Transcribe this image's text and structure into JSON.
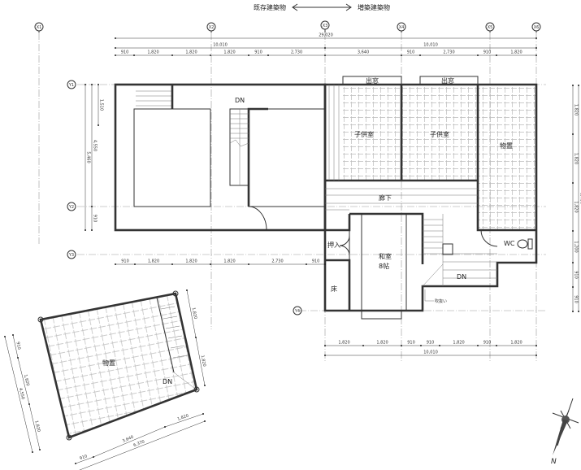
{
  "header": {
    "existing": "既存建築物",
    "addition": "増築建築物"
  },
  "grid": {
    "x": [
      "X1",
      "X2",
      "X3",
      "X4",
      "X5",
      "X6"
    ],
    "y": [
      "Y1",
      "Y2",
      "Y3",
      "Y4"
    ]
  },
  "rooms": {
    "bay_window_1": "出窓",
    "bay_window_2": "出窓",
    "kids_room_1": "子供室",
    "kids_room_2": "子供室",
    "storage": "物置",
    "hallway": "廊下",
    "closet": "押入",
    "japanese_room": "和室",
    "japanese_room_size": "8帖",
    "alcove": "床",
    "wc": "WC",
    "down_right": "DN",
    "down_left": "DN",
    "void_note": "吹抜い",
    "shed_storage": "物置",
    "shed_down": "DN"
  },
  "dimensions": {
    "total": [
      "29,020"
    ],
    "halves": [
      "10,010",
      "10,010"
    ],
    "top_detail": [
      "910",
      "1,820",
      "1,820",
      "1,820",
      "910",
      "2,730",
      "3,640",
      "910",
      "2,730",
      "910",
      "1,820"
    ],
    "left_total": [
      "5,460"
    ],
    "left_detail": [
      "4,550",
      "910"
    ],
    "left_upper": [
      "1,510"
    ],
    "right_detail": [
      "1,820",
      "1,820",
      "1,820",
      "1,200",
      "910",
      "910"
    ],
    "right_total": [
      "8,480"
    ],
    "y3_row": [
      "910",
      "1,820",
      "1,820",
      "1,820",
      "2,730",
      "910"
    ],
    "bottom_detail": [
      "1,820",
      "1,820",
      "910",
      "910",
      "1,820",
      "910",
      "1,820"
    ],
    "bottom_total": [
      "10,010"
    ],
    "shed_right": [
      "1,820",
      "1,820"
    ],
    "shed_left_detail": [
      "910",
      "1,820",
      "1,820"
    ],
    "shed_left_total": [
      "4,550"
    ],
    "shed_bottom_detail": [
      "910",
      "3,640",
      "1,820"
    ],
    "shed_bottom_total": [
      "6,370"
    ]
  },
  "compass": {
    "north": "N"
  },
  "colors": {
    "wall": "#333333",
    "hatch": "#bbbbbb",
    "grid": "#999999"
  }
}
